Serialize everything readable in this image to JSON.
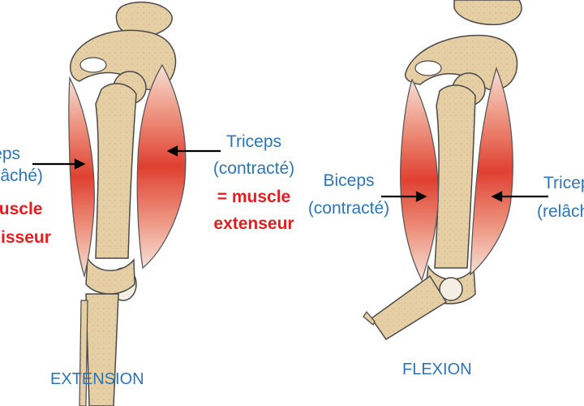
{
  "extension": {
    "biceps_name": "Biceps",
    "biceps_state": "(relâché)",
    "biceps_role_line1": "= muscle",
    "biceps_role_line2": "fléchisseur",
    "triceps_name": "Triceps",
    "triceps_state": "(contracté)",
    "triceps_role_line1": "= muscle",
    "triceps_role_line2": "extenseur",
    "caption": "EXTENSION"
  },
  "flexion": {
    "biceps_name": "Biceps",
    "biceps_state": "(contracté)",
    "triceps_name": "Triceps",
    "triceps_state": "(relâché)",
    "caption": "FLEXION"
  },
  "colors": {
    "label_blue": "#2E75B6",
    "label_red": "#E02020",
    "bone": "#E6CFA4",
    "muscle": "#E04030",
    "outline": "#4a4a4a"
  }
}
